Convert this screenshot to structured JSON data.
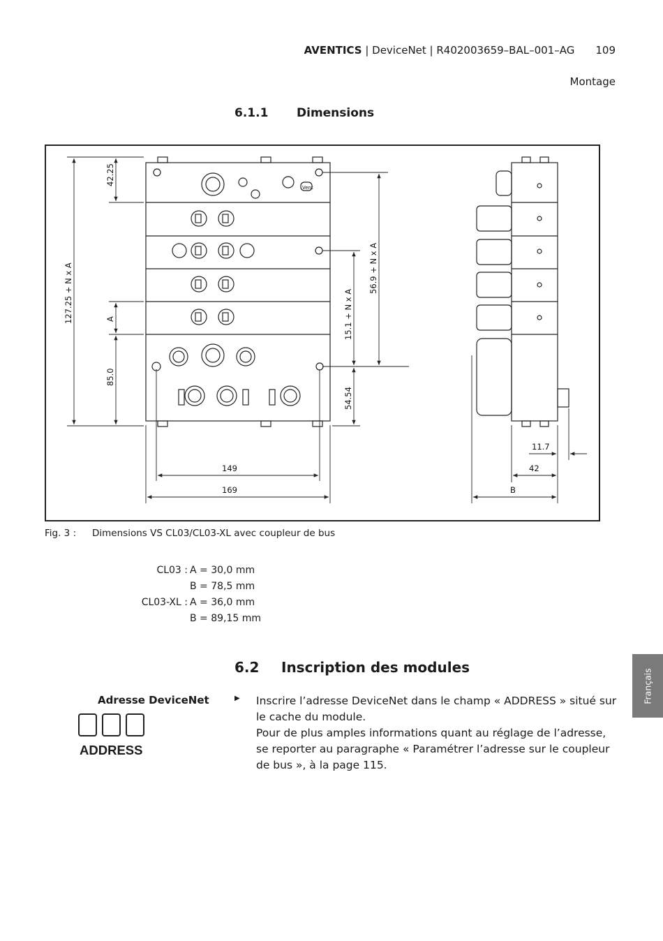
{
  "header": {
    "brand": "AVENTICS",
    "doc": " | DeviceNet | R402003659–BAL–001–AG",
    "page": "109",
    "section": "Montage"
  },
  "heading_611": {
    "num": "6.1.1",
    "title": "Dimensions"
  },
  "figure": {
    "labels": {
      "d4225": "42.25",
      "d12725": "127.25 + N x A",
      "dA": "A",
      "d850": "85.0",
      "d569": "56.9 + N x A",
      "d151": "15.1 + N x A",
      "d5454": "54.54",
      "d149": "149",
      "d169": "169",
      "d117": "11.7",
      "d42": "42",
      "dB": "B"
    },
    "vent_label": "Vent"
  },
  "caption": {
    "num": "Fig. 3 :",
    "text": "Dimensions VS CL03/CL03-XL avec coupleur de bus"
  },
  "dims": [
    {
      "prefix": "CL03 :",
      "value": "A = 30,0 mm"
    },
    {
      "prefix": "",
      "value": "B = 78,5 mm"
    },
    {
      "prefix": "CL03-XL :",
      "value": "A = 36,0 mm"
    },
    {
      "prefix": "",
      "value": "B = 89,15 mm"
    }
  ],
  "heading_62": {
    "num": "6.2",
    "title": "Inscription des modules"
  },
  "address": {
    "caption": "Adresse DeviceNet",
    "label": "ADDRESS"
  },
  "body": {
    "bullet": "▶",
    "p1": "Inscrire l’adresse DeviceNet dans le champ « ADDRESS » situé sur le cache du module.",
    "p2": "Pour de plus amples informations quant au réglage de l’adresse, se reporter au paragraphe « Paramétrer l’adresse sur le coupleur de bus », à la page 115."
  },
  "lang_tab": "Français"
}
